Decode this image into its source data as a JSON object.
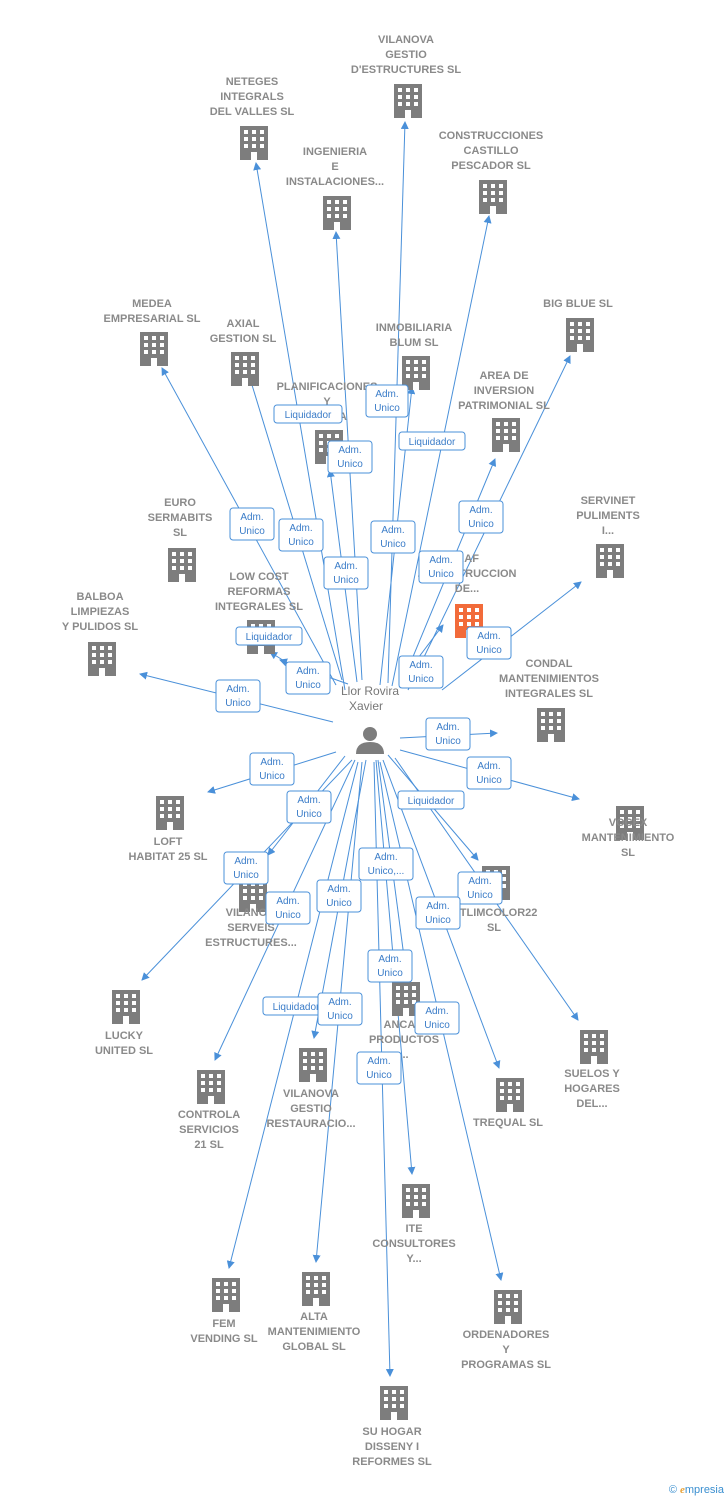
{
  "person": {
    "name_lines": [
      "Llor Rovira",
      "Xavier"
    ]
  },
  "companies": [
    {
      "id": "vilanova-gestio-estructures",
      "lines": [
        "VILANOVA",
        "GESTIO",
        "D'ESTRUCTURES SL"
      ]
    },
    {
      "id": "neteges-integrals",
      "lines": [
        "NETEGES",
        "INTEGRALS",
        "DEL VALLES SL"
      ]
    },
    {
      "id": "construcciones-castillo",
      "lines": [
        "CONSTRUCCIONES",
        "CASTILLO",
        "PESCADOR SL"
      ]
    },
    {
      "id": "ingenieria-instalaciones",
      "lines": [
        "INGENIERIA",
        "E",
        "INSTALACIONES..."
      ]
    },
    {
      "id": "medea-empresarial",
      "lines": [
        "MEDEA",
        "EMPRESARIAL SL"
      ]
    },
    {
      "id": "axial-gestion",
      "lines": [
        "AXIAL",
        "GESTION SL"
      ]
    },
    {
      "id": "inmobiliaria-blum",
      "lines": [
        "INMOBILIARIA",
        "BLUM SL"
      ]
    },
    {
      "id": "big-blue",
      "lines": [
        "BIG BLUE SL"
      ]
    },
    {
      "id": "planificaciones",
      "lines": [
        "PLANIFICACIONES",
        "Y",
        "...LOSA"
      ]
    },
    {
      "id": "area-inversion",
      "lines": [
        "AREA DE",
        "INVERSION",
        "PATRIMONIAL SL"
      ]
    },
    {
      "id": "euro-sermabits",
      "lines": [
        "EURO",
        "SERMABITS",
        "SL"
      ]
    },
    {
      "id": "servinet-puliments",
      "lines": [
        "SERVINET",
        "PULIMENTS",
        "I..."
      ]
    },
    {
      "id": "af-construccion",
      "lines": [
        "...AF",
        "...CONSTRUCCION",
        "DE..."
      ]
    },
    {
      "id": "low-cost-reformas",
      "lines": [
        "LOW COST",
        "REFORMAS",
        "INTEGRALES SL"
      ]
    },
    {
      "id": "balboa-limpiezas",
      "lines": [
        "BALBOA",
        "LIMPIEZAS",
        "Y PULIDOS SL"
      ]
    },
    {
      "id": "condal-mantenimientos",
      "lines": [
        "CONDAL",
        "MANTENIMIENTOS",
        "INTEGRALES SL"
      ]
    },
    {
      "id": "loft-habitat",
      "lines": [
        "LOFT",
        "HABITAT 25 SL"
      ]
    },
    {
      "id": "vocex-mantenimiento",
      "lines": [
        "VOCEX",
        "MANTENIMIENTO",
        "SL"
      ]
    },
    {
      "id": "vilanova-serveis",
      "lines": [
        "VILANO...",
        "SERVEIS",
        "ESTRUCTURES..."
      ]
    },
    {
      "id": "tlimcolor22",
      "lines": [
        "...TLIMCOLOR22",
        "SL"
      ]
    },
    {
      "id": "lucky-united",
      "lines": [
        "LUCKY",
        "UNITED SL"
      ]
    },
    {
      "id": "suelos-hogares",
      "lines": [
        "SUELOS Y",
        "HOGARES",
        "DEL..."
      ]
    },
    {
      "id": "anca-productos",
      "lines": [
        "ANCA...",
        "PRODUCTOS",
        "..."
      ]
    },
    {
      "id": "controla-servicios",
      "lines": [
        "CONTROLA",
        "SERVICIOS",
        "21 SL"
      ]
    },
    {
      "id": "vilanova-gestio-restauracio",
      "lines": [
        "VILANOVA",
        "GESTIO",
        "RESTAURACIO..."
      ]
    },
    {
      "id": "trequal",
      "lines": [
        "TREQUAL SL"
      ]
    },
    {
      "id": "ite-consultores",
      "lines": [
        "ITE",
        "CONSULTORES",
        "Y..."
      ]
    },
    {
      "id": "fem-vending",
      "lines": [
        "FEM",
        "VENDING  SL"
      ]
    },
    {
      "id": "alta-mantenimiento",
      "lines": [
        "ALTA",
        "MANTENIMIENTO",
        "GLOBAL  SL"
      ]
    },
    {
      "id": "ordenadores-programas",
      "lines": [
        "ORDENADORES",
        "Y",
        "PROGRAMAS SL"
      ]
    },
    {
      "id": "su-hogar-disseny",
      "lines": [
        "SU HOGAR",
        "DISSENY I",
        "REFORMES SL"
      ]
    }
  ],
  "relations": [
    {
      "target": "vilanova-gestio-estructures",
      "lines": [
        "Adm.",
        "Unico"
      ]
    },
    {
      "target": "neteges-integrals",
      "lines": [
        "Liquidador"
      ]
    },
    {
      "target": "construcciones-castillo",
      "lines": [
        "Liquidador"
      ]
    },
    {
      "target": "ingenieria-instalaciones",
      "lines": [
        "Adm.",
        "Unico"
      ]
    },
    {
      "target": "medea-empresarial",
      "lines": [
        "Adm.",
        "Unico"
      ]
    },
    {
      "target": "axial-gestion",
      "lines": [
        "Adm.",
        "Unico"
      ]
    },
    {
      "target": "inmobiliaria-blum",
      "lines": [
        "Adm.",
        "Unico"
      ]
    },
    {
      "target": "big-blue",
      "lines": [
        "Adm.",
        "Unico"
      ]
    },
    {
      "target": "planificaciones",
      "lines": [
        "Adm.",
        "Unico"
      ]
    },
    {
      "target": "area-inversion",
      "lines": [
        "Adm.",
        "Unico"
      ]
    },
    {
      "target": "servinet-puliments",
      "lines": [
        "Adm.",
        "Unico"
      ]
    },
    {
      "target": "af-construccion",
      "lines": [
        "Adm.",
        "Unico"
      ]
    },
    {
      "target": "low-cost-reformas",
      "lines": [
        "Liquidador"
      ]
    },
    {
      "target": "euro-sermabits",
      "lines": [
        "Adm.",
        "Unico"
      ]
    },
    {
      "target": "balboa-limpiezas",
      "lines": [
        "Adm.",
        "Unico"
      ]
    },
    {
      "target": "condal-mantenimientos",
      "lines": [
        "Adm.",
        "Unico"
      ]
    },
    {
      "target": "vocex-mantenimiento",
      "lines": [
        "Adm.",
        "Unico"
      ]
    },
    {
      "target": "loft-habitat",
      "lines": [
        "Adm.",
        "Unico"
      ]
    },
    {
      "target": "vilanova-serveis",
      "lines": [
        "Adm.",
        "Unico"
      ]
    },
    {
      "target": "tlimcolor22",
      "lines": [
        "Liquidador"
      ]
    },
    {
      "target": "lucky-united",
      "lines": [
        "Adm.",
        "Unico"
      ]
    },
    {
      "target": "suelos-hogares",
      "lines": [
        "Adm.",
        "Unico"
      ]
    },
    {
      "target": "anca-productos",
      "lines": [
        "Adm.",
        "Unico"
      ]
    },
    {
      "target": "controla-servicios",
      "lines": [
        "Adm.",
        "Unico"
      ]
    },
    {
      "target": "vilanova-gestio-restauracio",
      "lines": [
        "Adm.",
        "Unico,..."
      ]
    },
    {
      "target": "trequal",
      "lines": [
        "Adm.",
        "Unico"
      ]
    },
    {
      "target": "ite-consultores",
      "lines": [
        "Adm.",
        "Unico"
      ]
    },
    {
      "target": "fem-vending",
      "lines": [
        "Adm.",
        "Unico"
      ]
    },
    {
      "target": "alta-mantenimiento",
      "lines": [
        "Liquidador"
      ]
    },
    {
      "target": "ordenadores-programas",
      "lines": [
        "Adm.",
        "Unico"
      ]
    },
    {
      "target": "su-hogar-disseny",
      "lines": [
        "Adm.",
        "Unico"
      ]
    }
  ],
  "highlighted_company": "af-construccion",
  "colors": {
    "edge": "#4a90d9",
    "icon": "#7d7d7d",
    "highlight": "#f26b3a",
    "label": "#8a8a8a"
  },
  "watermark": {
    "copyright": "©",
    "brand_initial": "e",
    "brand_rest": "mpresia"
  }
}
